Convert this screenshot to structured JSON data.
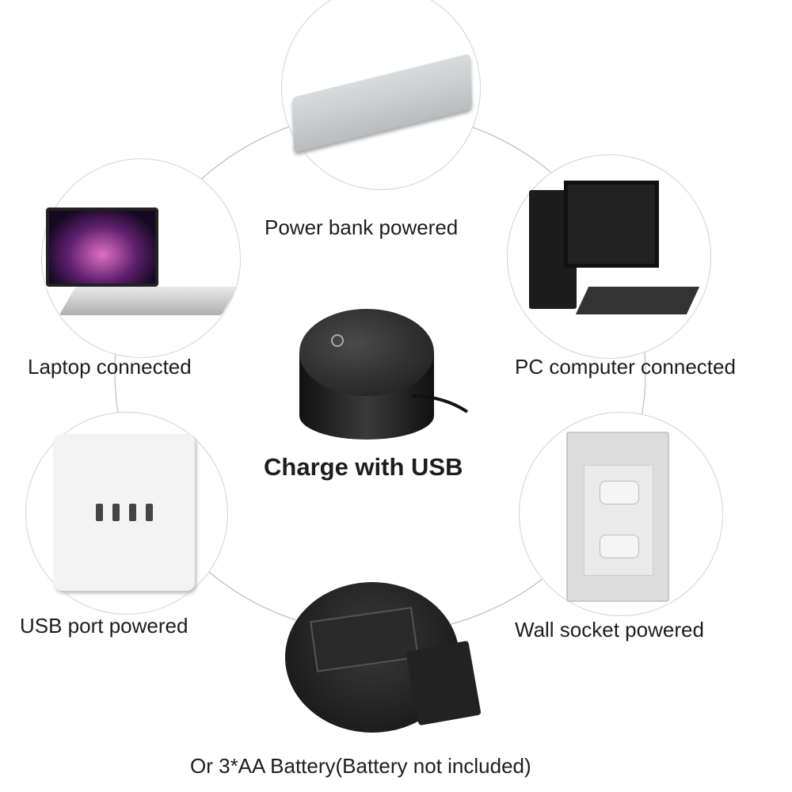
{
  "labels": {
    "power_bank": "Power bank powered",
    "laptop": "Laptop connected",
    "pc": "PC computer connected",
    "center": "Charge with USB",
    "usb_port": "USB port powered",
    "wall_socket": "Wall socket powered",
    "battery": "Or 3*AA Battery(Battery not included)"
  },
  "colors": {
    "line": "#bdbdbd",
    "base": "#1a1a1a"
  }
}
